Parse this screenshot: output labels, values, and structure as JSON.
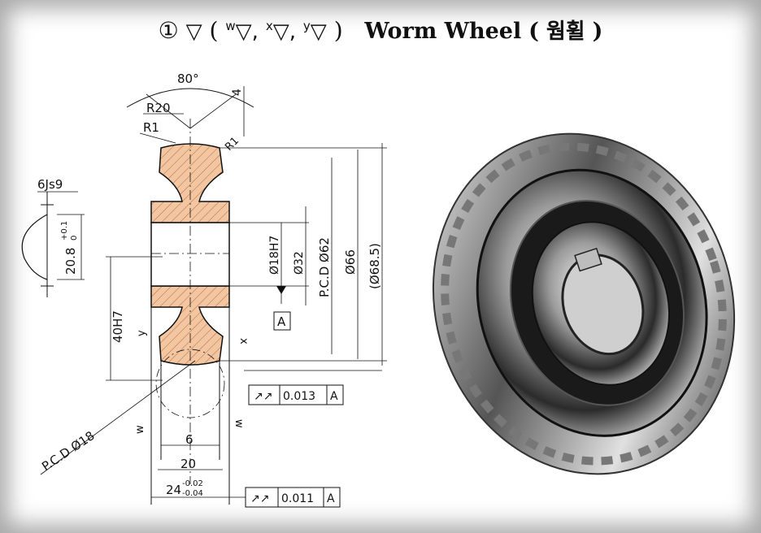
{
  "title": {
    "number": "①",
    "finish_main": "▽",
    "finish_open": "(",
    "finish_w": "w",
    "finish_x": "x",
    "finish_y": "y",
    "finish_close": ")",
    "part_name": "Worm Wheel",
    "korean_open": "(",
    "korean_name": "웜휠",
    "korean_close": ")"
  },
  "drawing": {
    "angle": "80°",
    "dim_4": "4",
    "r20": "R20",
    "r1": "R1",
    "r1_small": "R1",
    "keyway_width": "6Js9",
    "keyway_depth": "20.8",
    "keyway_depth_tol_upper": "+0.1",
    "keyway_depth_tol_lower": "0",
    "bore": "Ø18H7",
    "dia_32": "Ø32",
    "pcd_62": "P.C.D Ø62",
    "dia_66": "Ø66",
    "dia_685": "(Ø68.5)",
    "dim_40h7": "40H7",
    "datum": "A",
    "runout_1_value": "0.013",
    "runout_1_datum": "A",
    "runout_2_value": "0.011",
    "runout_2_datum": "A",
    "dim_6": "6",
    "dim_20": "20",
    "dim_24": "24",
    "dim_24_tol_upper": "-0.02",
    "dim_24_tol_lower": "-0.04",
    "pcd_18": "P.C.D Ø18",
    "finish_y": "y",
    "finish_w": "w",
    "finish_x": "x"
  },
  "colors": {
    "section_fill": "#f3c6a2",
    "hatch": "#b86a3a",
    "line": "#111111"
  }
}
